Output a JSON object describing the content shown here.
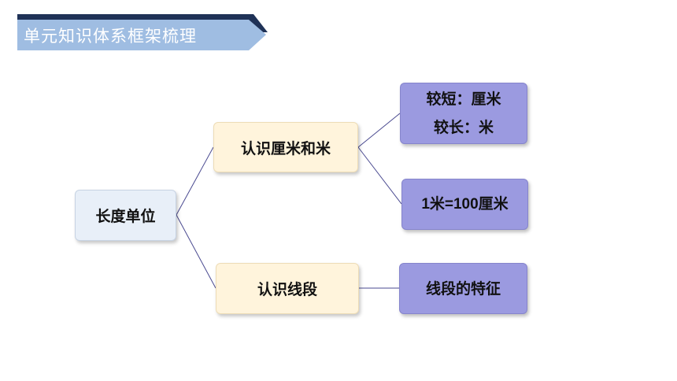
{
  "header": {
    "title": "单元知识体系框架梳理"
  },
  "diagram": {
    "root": {
      "label": "长度单位"
    },
    "branches": [
      {
        "label": "认识厘米和米",
        "children": [
          {
            "lines": [
              "较短：厘米",
              "较长：米"
            ]
          },
          {
            "lines": [
              "1米=100厘米"
            ]
          }
        ]
      },
      {
        "label": "认识线段",
        "children": [
          {
            "lines": [
              "线段的特征"
            ]
          }
        ]
      }
    ]
  },
  "colors": {
    "banner_light": "#9fbde2",
    "banner_dark": "#1f3257",
    "root_fill": "#e8eff8",
    "mid_fill": "#fff4dc",
    "leaf_fill": "#9b9ae0",
    "connector": "#3a3a8a"
  }
}
